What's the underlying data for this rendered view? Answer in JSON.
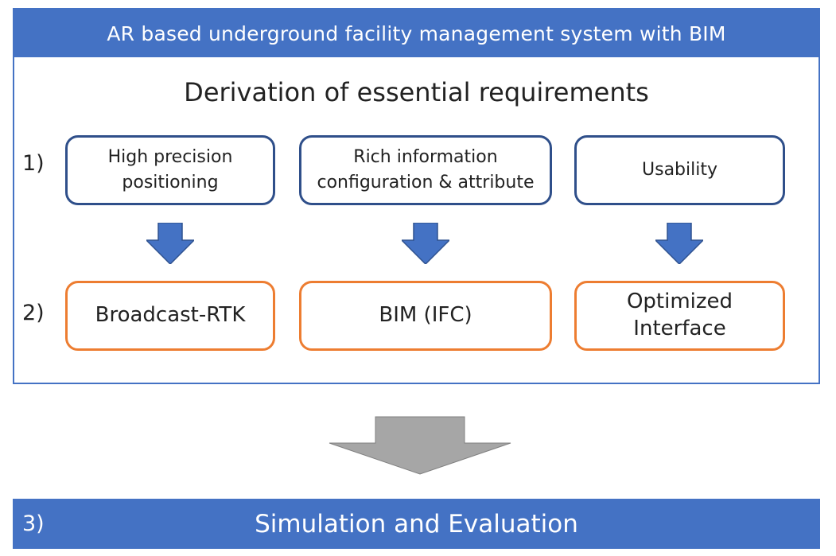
{
  "title": "AR based underground facility management system with BIM",
  "subtitle": "Derivation of essential requirements",
  "rows": {
    "requirements_label": "1)",
    "solutions_label": "2)"
  },
  "requirements": [
    "High precision\npositioning",
    "Rich information\nconfiguration & attribute",
    "Usability"
  ],
  "solutions": [
    "Broadcast-RTK",
    "BIM (IFC)",
    "Optimized\nInterface"
  ],
  "result": {
    "number": "3)",
    "label": "Simulation and Evaluation"
  },
  "colors": {
    "primary_blue": "#4472c4",
    "requirement_border": "#2f4f8a",
    "solution_border": "#ed7d31",
    "big_arrow": "#a6a6a6"
  },
  "icons": {
    "small_arrow": "down-arrow-icon",
    "big_arrow": "big-down-arrow-icon"
  }
}
